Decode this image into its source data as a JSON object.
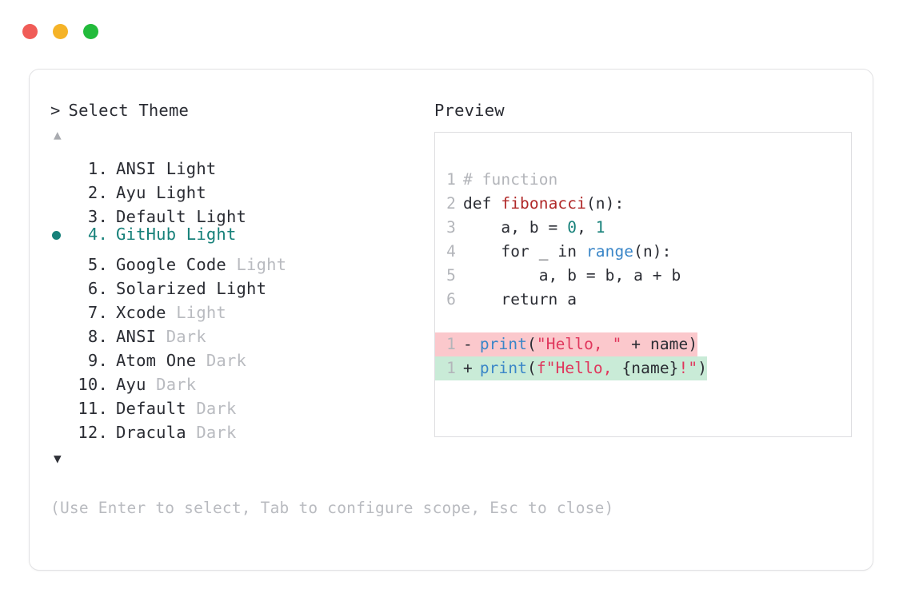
{
  "window": {
    "dots": [
      {
        "name": "close",
        "color": "#f05c57"
      },
      {
        "name": "minimize",
        "color": "#f5b327"
      },
      {
        "name": "zoom",
        "color": "#22bb3b"
      }
    ]
  },
  "left": {
    "prompt_caret": ">",
    "heading": "Select Theme",
    "scroll_up": "▲",
    "scroll_down": "▼",
    "selected_index": 4,
    "selected_color": "#17817a",
    "muted_color": "#b9bbc0",
    "items": [
      {
        "index": "1.",
        "name": "ANSI Light",
        "variant": "",
        "selected": false
      },
      {
        "index": "2.",
        "name": "Ayu Light",
        "variant": "",
        "selected": false
      },
      {
        "index": "3.",
        "name": "Default Light",
        "variant": "",
        "selected": false
      },
      {
        "index": "4.",
        "name": "GitHub Light",
        "variant": "",
        "selected": true
      },
      {
        "index": "5.",
        "name": "Google Code",
        "variant": "Light",
        "selected": false
      },
      {
        "index": "6.",
        "name": "Solarized Light",
        "variant": "",
        "selected": false
      },
      {
        "index": "7.",
        "name": "Xcode",
        "variant": "Light",
        "selected": false
      },
      {
        "index": "8.",
        "name": "ANSI",
        "variant": "Dark",
        "selected": false
      },
      {
        "index": "9.",
        "name": "Atom One",
        "variant": "Dark",
        "selected": false
      },
      {
        "index": "10.",
        "name": "Ayu",
        "variant": "Dark",
        "selected": false
      },
      {
        "index": "11.",
        "name": "Default",
        "variant": "Dark",
        "selected": false
      },
      {
        "index": "12.",
        "name": "Dracula",
        "variant": "Dark",
        "selected": false
      }
    ]
  },
  "footer": {
    "hint": "(Use Enter to select, Tab to configure scope, Esc to close)"
  },
  "right": {
    "heading": "Preview",
    "code_lines": [
      {
        "no": "1",
        "tokens": [
          {
            "t": "# function",
            "c": "comment"
          }
        ]
      },
      {
        "no": "2",
        "tokens": [
          {
            "t": "def ",
            "c": "plain"
          },
          {
            "t": "fibonacci",
            "c": "func"
          },
          {
            "t": "(n):",
            "c": "plain"
          }
        ]
      },
      {
        "no": "3",
        "tokens": [
          {
            "t": "    a, b = ",
            "c": "plain"
          },
          {
            "t": "0",
            "c": "num"
          },
          {
            "t": ", ",
            "c": "plain"
          },
          {
            "t": "1",
            "c": "num"
          }
        ]
      },
      {
        "no": "4",
        "tokens": [
          {
            "t": "    for _ in ",
            "c": "plain"
          },
          {
            "t": "range",
            "c": "builtin"
          },
          {
            "t": "(n):",
            "c": "plain"
          }
        ]
      },
      {
        "no": "5",
        "tokens": [
          {
            "t": "        a, b = b, a + b",
            "c": "plain"
          }
        ]
      },
      {
        "no": "6",
        "tokens": [
          {
            "t": "    return a",
            "c": "plain"
          }
        ]
      }
    ],
    "diff_lines": [
      {
        "no": "1",
        "marker": "-",
        "kind": "removed",
        "bg": "#fbc8cc",
        "tokens": [
          {
            "t": "print",
            "c": "builtin"
          },
          {
            "t": "(",
            "c": "plain"
          },
          {
            "t": "\"Hello, \"",
            "c": "string"
          },
          {
            "t": " + name)",
            "c": "plain"
          }
        ]
      },
      {
        "no": "1",
        "marker": "+",
        "kind": "added",
        "bg": "#c9ebd7",
        "tokens": [
          {
            "t": "print",
            "c": "builtin"
          },
          {
            "t": "(",
            "c": "plain"
          },
          {
            "t": "f\"Hello, ",
            "c": "string"
          },
          {
            "t": "{name}",
            "c": "plain"
          },
          {
            "t": "!\"",
            "c": "string"
          },
          {
            "t": ")",
            "c": "plain"
          }
        ]
      }
    ]
  }
}
